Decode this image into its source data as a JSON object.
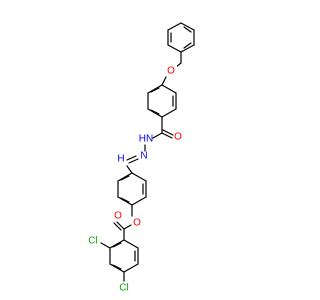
{
  "structure": {
    "atoms": {
      "ether_oxygen": {
        "label": "O",
        "color": "#ff0000"
      },
      "carbonyl_oxygen_amide": {
        "label": "O",
        "color": "#ff0000"
      },
      "amide_nitrogen": {
        "label": "HN",
        "color": "#0000ff"
      },
      "imine_nitrogen": {
        "label": "N",
        "color": "#0000ff"
      },
      "imine_hydrogen": {
        "label": "H",
        "color": "#0000ff"
      },
      "ester_oxygen": {
        "label": "O",
        "color": "#ff0000"
      },
      "carbonyl_oxygen_ester": {
        "label": "O",
        "color": "#ff0000"
      },
      "chlorine_ortho": {
        "label": "Cl",
        "color": "#00aa00"
      },
      "chlorine_para": {
        "label": "Cl",
        "color": "#00aa00"
      }
    }
  }
}
